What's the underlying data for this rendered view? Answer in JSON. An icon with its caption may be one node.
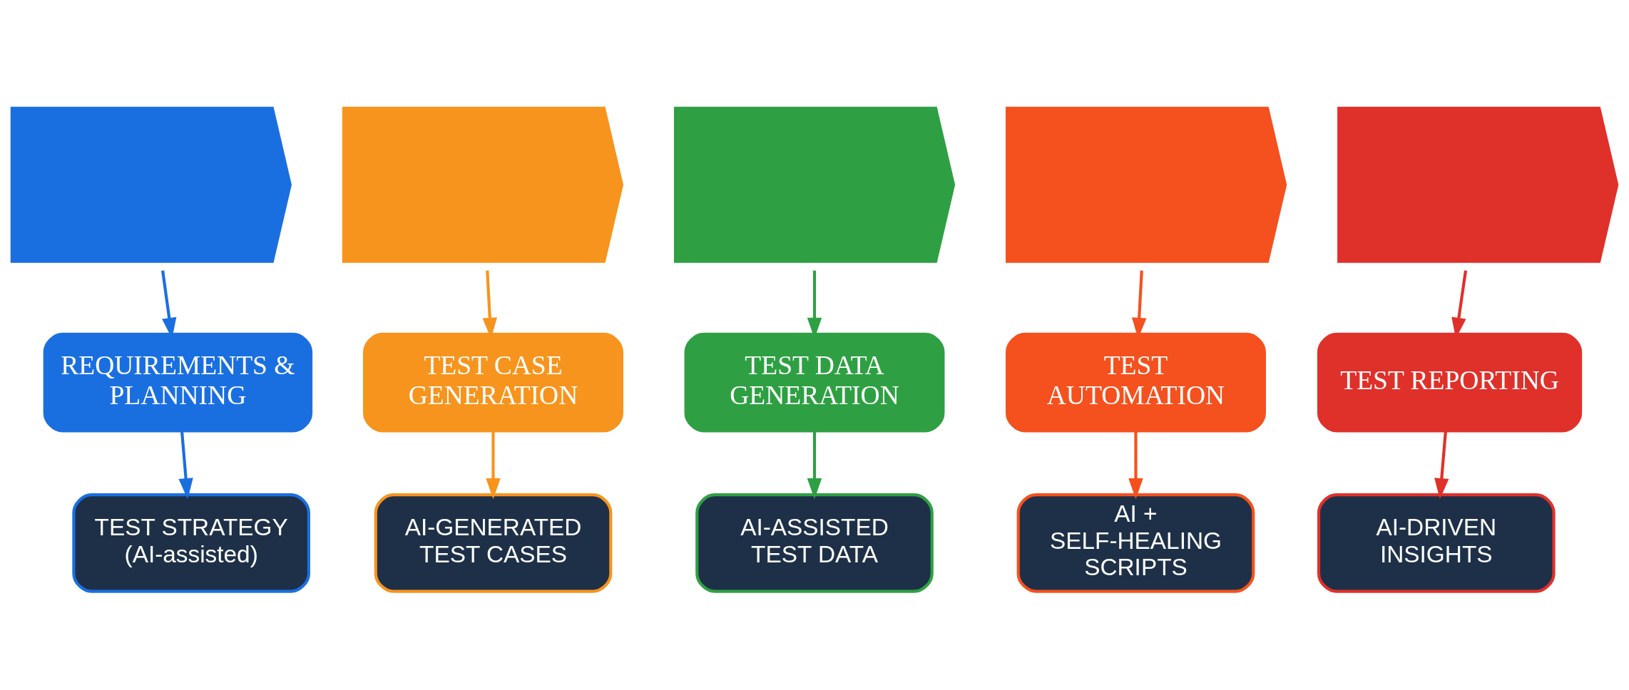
{
  "diagram": {
    "nodes": [
      {
        "text": [],
        "shape": "chevron"
      },
      {
        "text": [],
        "shape": "chevron"
      },
      {
        "text": [],
        "shape": "chevron"
      },
      {
        "text": [],
        "shape": "chevron"
      },
      {
        "text": [],
        "shape": "chevron"
      },
      {
        "text": [
          "REQUIREMENTS & PLANNING"
        ]
      },
      {
        "text": [
          "TEST CASE GENERATION"
        ]
      },
      {
        "text": [
          "TEST DATA GENERATION"
        ]
      },
      {
        "text": [
          "TEST AUTOMATION"
        ]
      },
      {
        "text": [
          "TEST REPORTING"
        ]
      },
      {
        "text": [
          "TEST STRATEGY (AI-assisted)"
        ]
      },
      {
        "text": [
          "AI-GENERATED TEST CASES"
        ]
      },
      {
        "text": [
          "AI-ASSISTED TEST DATA"
        ]
      },
      {
        "text": [
          "AI + SELF-HEALING SCRIPTS"
        ]
      },
      {
        "text": [
          "AI-DRIVEN INSIGHTS"
        ]
      }
    ],
    "edges": [
      {
        "from": 0,
        "to": 5,
        "arrow": "to",
        "color": "#1a6fe0"
      },
      {
        "from": 1,
        "to": 6,
        "arrow": "to",
        "color": "#f7941d"
      },
      {
        "from": 2,
        "to": 7,
        "arrow": "to",
        "color": "#2ea043"
      },
      {
        "from": 3,
        "to": 8,
        "arrow": "to",
        "color": "#f4511e"
      },
      {
        "from": 4,
        "to": 9,
        "arrow": "to",
        "color": "#e0302a"
      },
      {
        "from": 5,
        "to": 10,
        "arrow": "to",
        "color": "#1a6fe0"
      },
      {
        "from": 6,
        "to": 11,
        "arrow": "to",
        "color": "#f7941d"
      },
      {
        "from": 7,
        "to": 12,
        "arrow": "to",
        "color": "#2ea043"
      },
      {
        "from": 8,
        "to": 13,
        "arrow": "to",
        "color": "#f4511e"
      },
      {
        "from": 9,
        "to": 14,
        "arrow": "to",
        "color": "#e0302a"
      }
    ]
  }
}
